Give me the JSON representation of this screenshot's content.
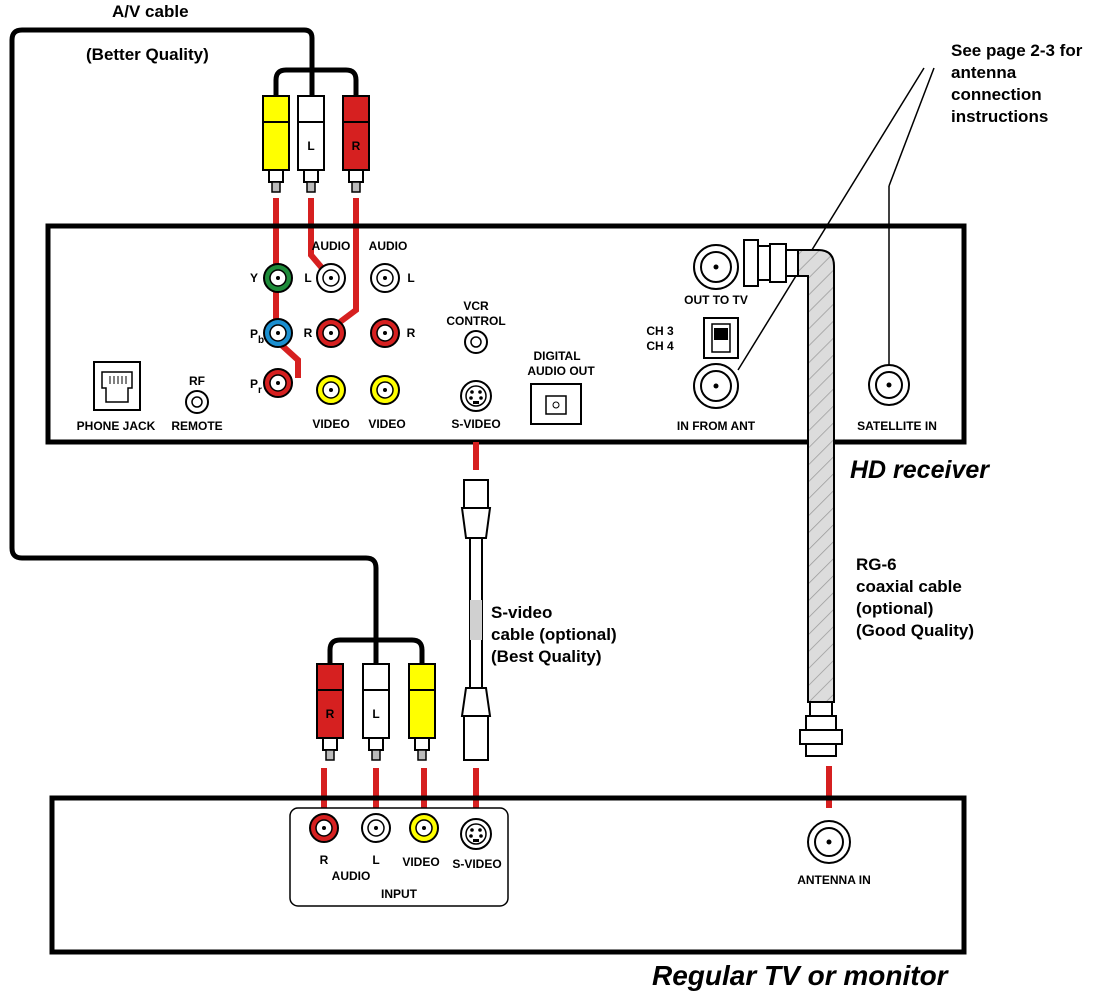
{
  "labels": {
    "av_cable": "A/V cable",
    "av_quality": "(Better Quality)",
    "note_line1": "See page 2-3 for",
    "note_line2": "antenna",
    "note_line3": "connection",
    "note_line4": "instructions",
    "plug_l": "L",
    "plug_r": "R",
    "audio": "AUDIO",
    "l": "L",
    "r": "R",
    "y": "Y",
    "pb": "P",
    "pb_sub": "b",
    "pr": "P",
    "pr_sub": "r",
    "video": "VIDEO",
    "vcr_line1": "VCR",
    "vcr_line2": "CONTROL",
    "digital_line1": "DIGITAL",
    "digital_line2": "AUDIO OUT",
    "svideo": "S-VIDEO",
    "phone_jack": "PHONE JACK",
    "rf": "RF",
    "remote": "REMOTE",
    "out_to_tv": "OUT TO TV",
    "ch3": "CH 3",
    "ch4": "CH 4",
    "in_from_ant": "IN FROM ANT",
    "satellite_in": "SATELLITE IN",
    "hd_receiver": "HD receiver",
    "svideo_cable_1": "S-video",
    "svideo_cable_2": "cable (optional)",
    "svideo_cable_3": "(Best Quality)",
    "rg6_1": "RG-6",
    "rg6_2": "coaxial cable",
    "rg6_3": "(optional)",
    "rg6_4": "(Good Quality)",
    "tv_r": "R",
    "tv_l": "L",
    "tv_audio": "AUDIO",
    "tv_video": "VIDEO",
    "tv_svideo": "S-VIDEO",
    "tv_input": "INPUT",
    "antenna_in": "ANTENNA IN",
    "regular_tv": "Regular TV or monitor"
  },
  "colors": {
    "red": "#d62020",
    "white": "#ffffff",
    "yellow": "#ffff00",
    "green": "#1e8c3a",
    "blue": "#1a8fd0",
    "coax": "#d8d8d8"
  }
}
